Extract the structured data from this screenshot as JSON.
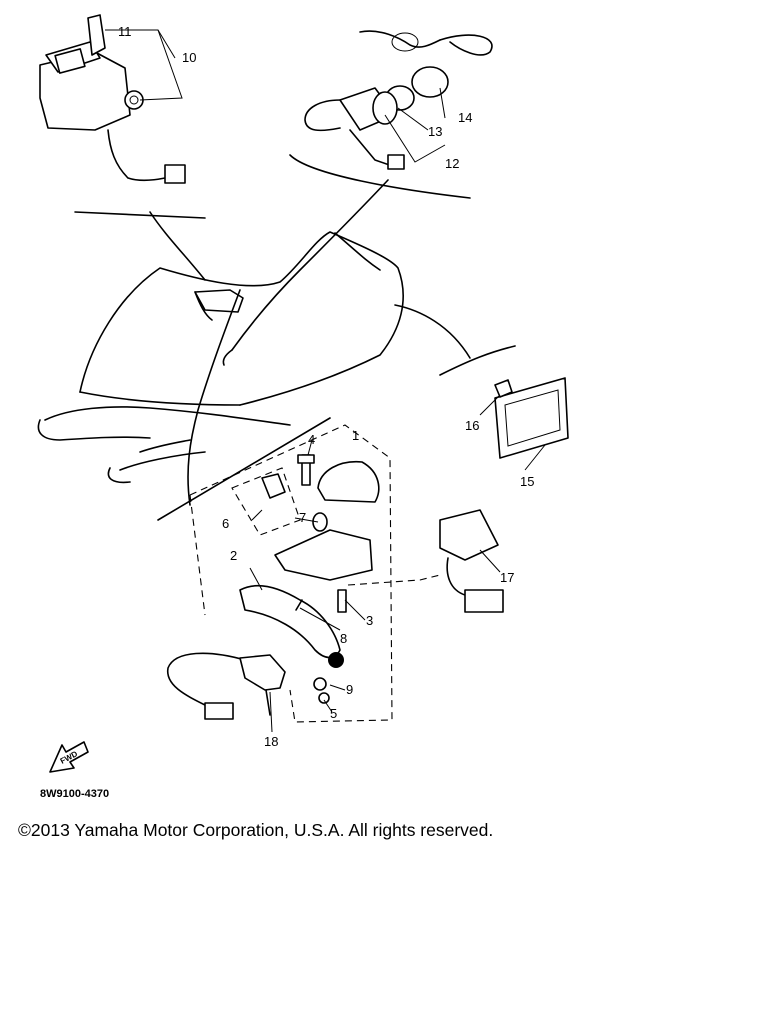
{
  "diagram": {
    "callouts": [
      "1",
      "2",
      "3",
      "4",
      "5",
      "6",
      "7",
      "8",
      "9",
      "10",
      "11",
      "12",
      "13",
      "14",
      "15",
      "16",
      "17",
      "18"
    ],
    "drawing_code": "8W9100-4370",
    "fwd_arrow_label": "FWD"
  },
  "footer": {
    "copyright": "©2013 Yamaha Motor Corporation, U.S.A. All rights reserved."
  }
}
